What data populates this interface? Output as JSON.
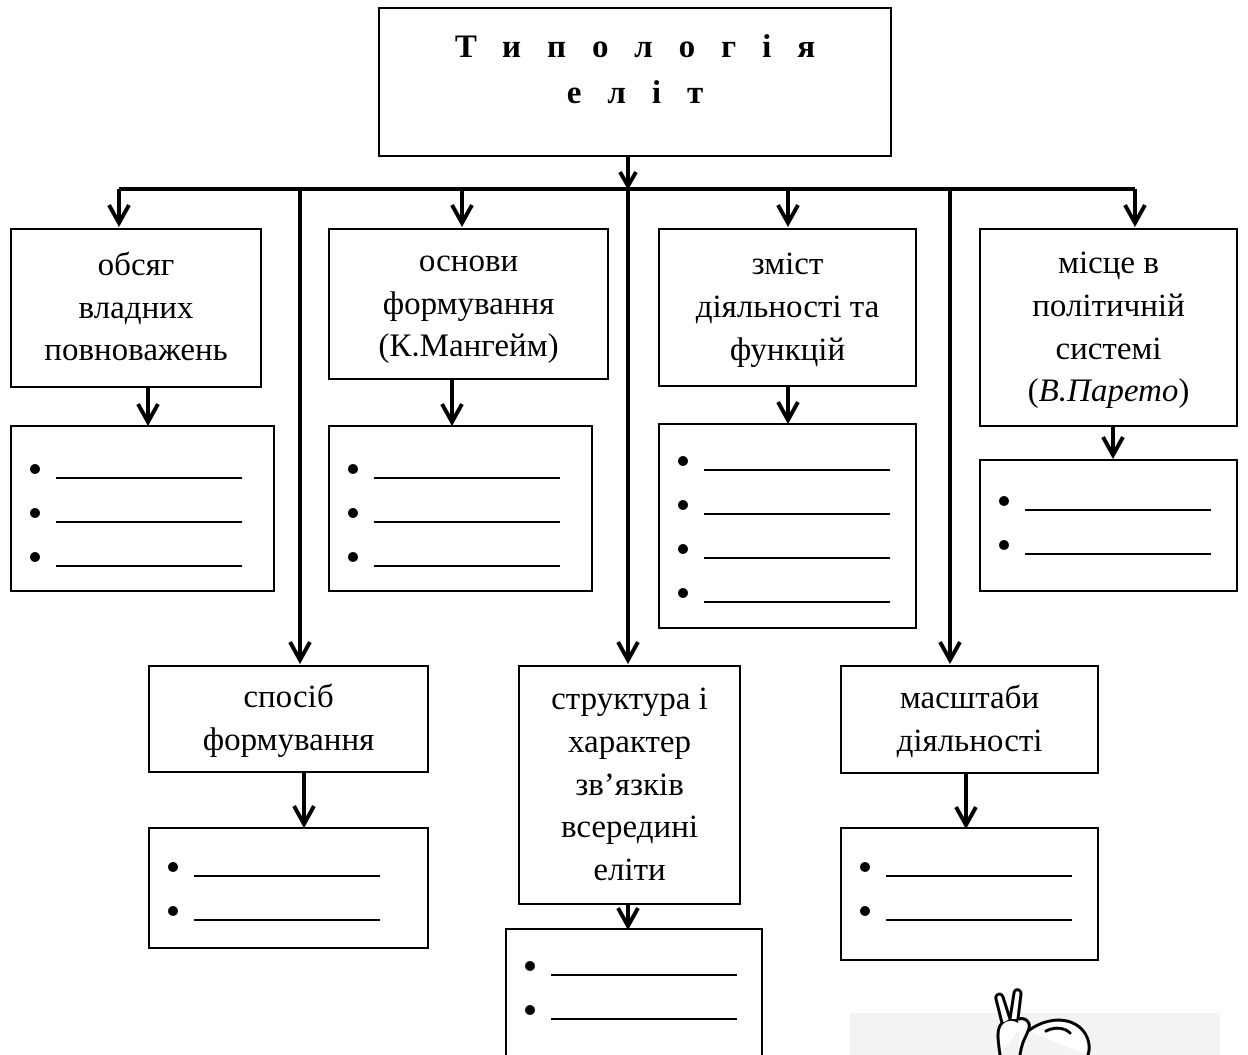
{
  "title": {
    "line1": "Типологія",
    "line2": "еліт"
  },
  "categories": [
    {
      "id": "volume",
      "label": "обсяг\nвладних\nповноважень",
      "blanks": 3
    },
    {
      "id": "method",
      "label": "спосіб\nформування",
      "blanks": 2
    },
    {
      "id": "basis",
      "label": "основи\nформування\n(К.Мангейм)",
      "blanks": 3
    },
    {
      "id": "structure",
      "label": "структура і\nхарактер\nзв’язків\nвсередині\nеліти",
      "blanks": 2
    },
    {
      "id": "content",
      "label": "зміст\nдіяльності та\nфункцій",
      "blanks": 4
    },
    {
      "id": "scale",
      "label": "масштаби\nдіяльності",
      "blanks": 2
    },
    {
      "id": "place",
      "label_main": "місце в\nполітичній\nсистемі\n(",
      "label_author": "В.Парето",
      "label_close": ")",
      "blanks": 2
    }
  ],
  "colors": {
    "line": "#000000",
    "background": "#ffffff"
  },
  "icons": {
    "doodle": "hand-peace-sign-icon"
  }
}
